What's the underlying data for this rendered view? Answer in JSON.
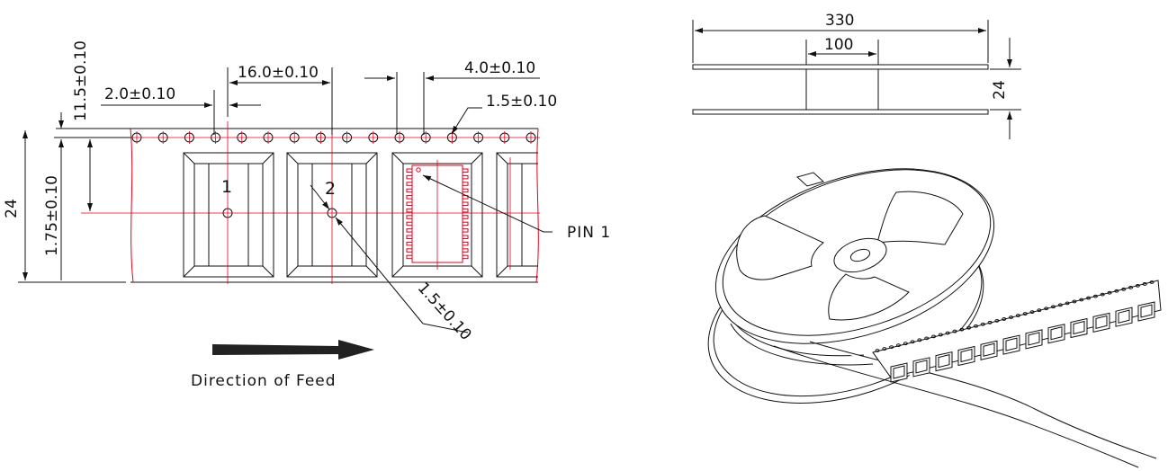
{
  "tape": {
    "dim_sprocket_pitch": "4.0±0.10",
    "dim_hole_diameter": "1.5±0.10",
    "dim_pocket_pitch": "16.0±0.10",
    "dim_hole_to_pocket": "2.0±0.10",
    "dim_centerline": "11.5±0.10",
    "dim_edge_to_hole": "1.75±0.10",
    "dim_tape_width": "24",
    "dim_pocket_hole": "1.5±0.10",
    "pocket_numbers": [
      "1",
      "2"
    ],
    "pin_label": "PIN 1",
    "feed_label": "Direction of Feed"
  },
  "reel": {
    "dim_reel_diameter": "330",
    "dim_hub_diameter": "100",
    "dim_reel_width": "24"
  },
  "colors": {
    "ink": "#111111",
    "centerline": "#e0001b"
  }
}
